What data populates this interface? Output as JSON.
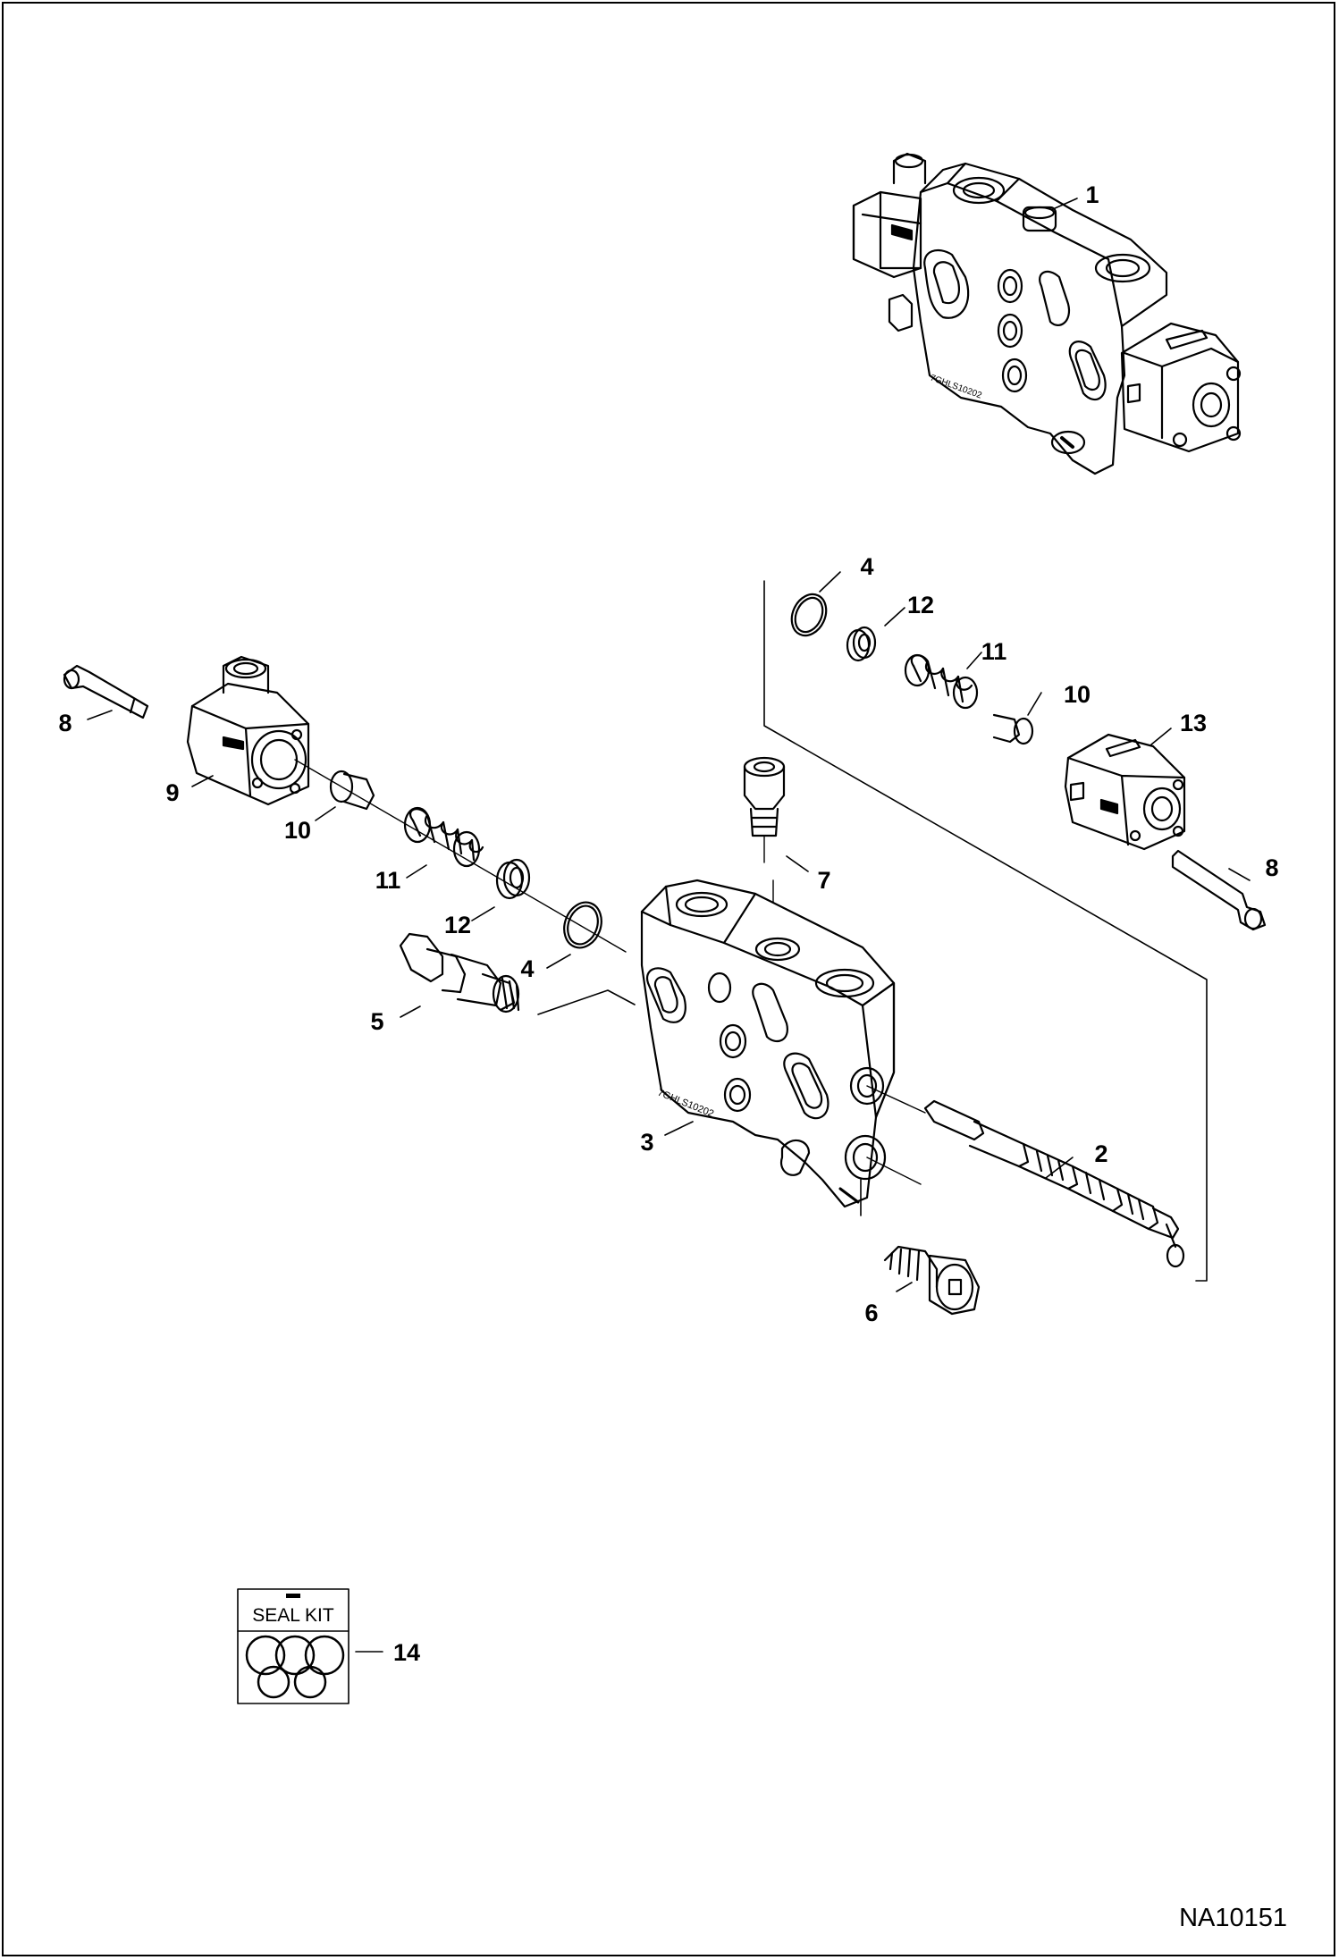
{
  "diagram": {
    "drawing_id": "NA10151",
    "callouts": {
      "c1": "1",
      "c2": "2",
      "c3": "3",
      "c4_main": "4",
      "c4_top": "4",
      "c5": "5",
      "c6": "6",
      "c7": "7",
      "c8_left": "8",
      "c8_right": "8",
      "c9": "9",
      "c10_left": "10",
      "c10_right": "10",
      "c11_left": "11",
      "c11_right": "11",
      "c12_left": "12",
      "c12_right": "12",
      "c13": "13",
      "c14": "14"
    },
    "seal_kit_label": "SEAL KIT",
    "casting_marking": "7GHLS10202"
  }
}
